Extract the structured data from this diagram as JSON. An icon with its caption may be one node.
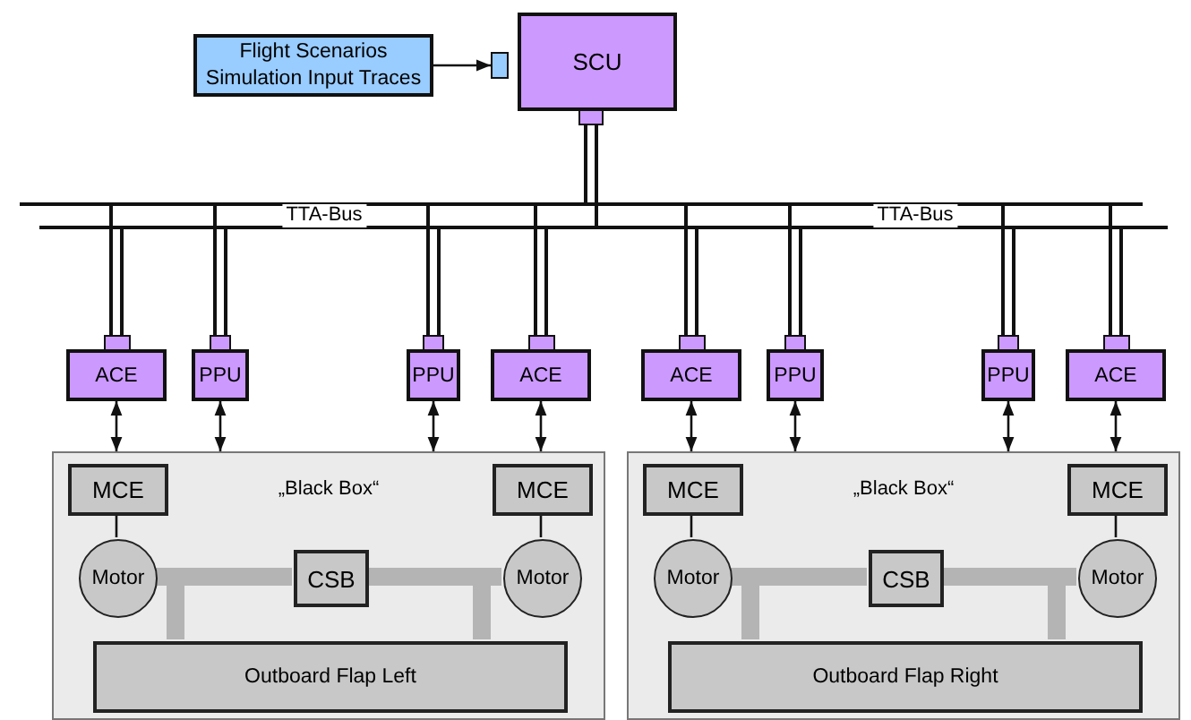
{
  "diagram": {
    "nodes": [
      {
        "text": [
          "Flight Scenarios Simulation Input Traces"
        ]
      },
      {
        "text": [
          "SCU"
        ]
      },
      {
        "text": [
          "TTA-Bus",
          "TTA-Bus"
        ]
      },
      {
        "text": [
          "ACE"
        ]
      },
      {
        "text": [
          "PPU"
        ]
      },
      {
        "text": [
          "PPU"
        ]
      },
      {
        "text": [
          "ACE"
        ]
      },
      {
        "text": [
          "ACE"
        ]
      },
      {
        "text": [
          "PPU"
        ]
      },
      {
        "text": [
          "PPU"
        ]
      },
      {
        "text": [
          "ACE"
        ]
      },
      {
        "text": [
          "„Black Box“"
        ]
      },
      {
        "text": [
          "MCE"
        ],
        "in": 11
      },
      {
        "text": [
          "MCE"
        ],
        "in": 11
      },
      {
        "text": [
          "Motor"
        ],
        "in": 11
      },
      {
        "text": [
          "CSB"
        ],
        "in": 11
      },
      {
        "text": [
          "Motor"
        ],
        "in": 11
      },
      {
        "text": [
          "Outboard Flap Left"
        ],
        "in": 11
      },
      {
        "text": [
          "„Black Box“"
        ]
      },
      {
        "text": [
          "MCE"
        ],
        "in": 18
      },
      {
        "text": [
          "MCE"
        ],
        "in": 18
      },
      {
        "text": [
          "Motor"
        ],
        "in": 18
      },
      {
        "text": [
          "CSB"
        ],
        "in": 18
      },
      {
        "text": [
          "Motor"
        ],
        "in": 18
      },
      {
        "text": [
          "Outboard Flap Right"
        ],
        "in": 18
      }
    ],
    "edges": [
      {
        "from": 0,
        "to": 1,
        "arrow": "to"
      },
      {
        "from": 1,
        "to": 2,
        "arrow": "none"
      },
      {
        "from": 3,
        "to": 2,
        "arrow": "none"
      },
      {
        "from": 4,
        "to": 2,
        "arrow": "none"
      },
      {
        "from": 5,
        "to": 2,
        "arrow": "none"
      },
      {
        "from": 6,
        "to": 2,
        "arrow": "none"
      },
      {
        "from": 7,
        "to": 2,
        "arrow": "none"
      },
      {
        "from": 8,
        "to": 2,
        "arrow": "none"
      },
      {
        "from": 9,
        "to": 2,
        "arrow": "none"
      },
      {
        "from": 10,
        "to": 2,
        "arrow": "none"
      },
      {
        "from": 3,
        "to": 11,
        "arrow": "both"
      },
      {
        "from": 4,
        "to": 11,
        "arrow": "both"
      },
      {
        "from": 5,
        "to": 11,
        "arrow": "both"
      },
      {
        "from": 6,
        "to": 11,
        "arrow": "both"
      },
      {
        "from": 7,
        "to": 18,
        "arrow": "both"
      },
      {
        "from": 8,
        "to": 18,
        "arrow": "both"
      },
      {
        "from": 9,
        "to": 18,
        "arrow": "both"
      },
      {
        "from": 10,
        "to": 18,
        "arrow": "both"
      },
      {
        "from": 12,
        "to": 14,
        "arrow": "none"
      },
      {
        "from": 13,
        "to": 16,
        "arrow": "none"
      },
      {
        "from": 14,
        "to": 15,
        "arrow": "none",
        "style": "thick",
        "color": "#b4b4b4"
      },
      {
        "from": 15,
        "to": 16,
        "arrow": "none",
        "style": "thick",
        "color": "#b4b4b4"
      },
      {
        "from": 14,
        "to": 17,
        "arrow": "none",
        "style": "thick",
        "color": "#b4b4b4"
      },
      {
        "from": 16,
        "to": 17,
        "arrow": "none",
        "style": "thick",
        "color": "#b4b4b4"
      },
      {
        "from": 19,
        "to": 21,
        "arrow": "none"
      },
      {
        "from": 20,
        "to": 23,
        "arrow": "none"
      },
      {
        "from": 21,
        "to": 22,
        "arrow": "none",
        "style": "thick",
        "color": "#b4b4b4"
      },
      {
        "from": 22,
        "to": 23,
        "arrow": "none",
        "style": "thick",
        "color": "#b4b4b4"
      },
      {
        "from": 21,
        "to": 24,
        "arrow": "none",
        "style": "thick",
        "color": "#b4b4b4"
      },
      {
        "from": 23,
        "to": 24,
        "arrow": "none",
        "style": "thick",
        "color": "#b4b4b4"
      }
    ]
  }
}
